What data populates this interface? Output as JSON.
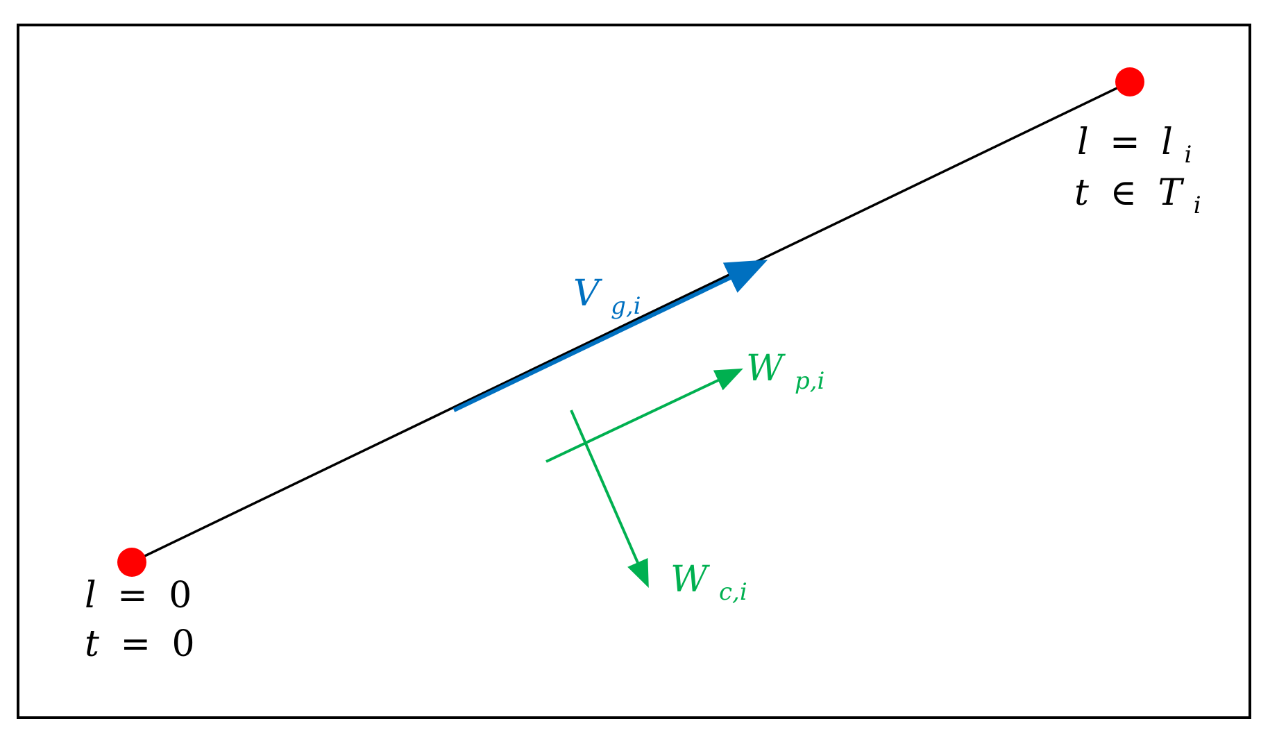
{
  "colors": {
    "frame": "#000000",
    "line": "#000000",
    "endpoint": "#ff0000",
    "velocity": "#0070c0",
    "wind": "#00b050"
  },
  "start_point": {
    "label_l": {
      "var": "l",
      "rel": "=",
      "value": "0"
    },
    "label_t": {
      "var": "t",
      "rel": "=",
      "value": "0"
    }
  },
  "end_point": {
    "label_l": {
      "var": "l",
      "rel": "=",
      "value": "l",
      "sub": "i"
    },
    "label_t": {
      "var": "t",
      "rel": "∈",
      "value": "T",
      "sub": "i"
    }
  },
  "vectors": {
    "ground_speed": {
      "symbol": "V",
      "sub": "g,i"
    },
    "wind_parallel": {
      "symbol": "W",
      "sub": "p,i"
    },
    "wind_cross": {
      "symbol": "W",
      "sub": "c,i"
    }
  }
}
